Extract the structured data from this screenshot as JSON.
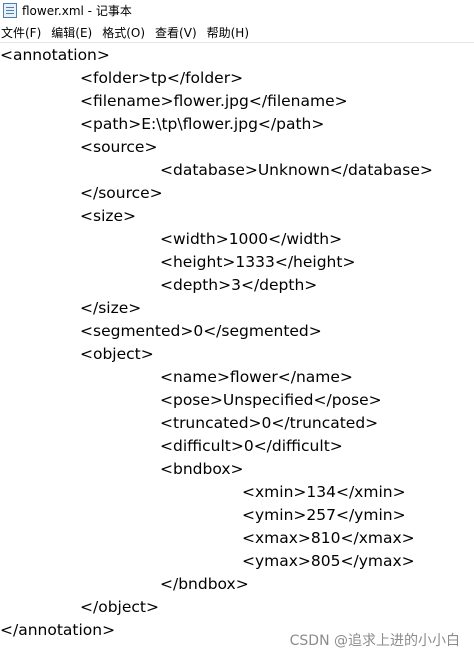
{
  "window": {
    "title": "flower.xml - 记事本",
    "app_icon": "notepad-icon"
  },
  "menu": [
    {
      "label": "文件(F)"
    },
    {
      "label": "编辑(E)"
    },
    {
      "label": "格式(O)"
    },
    {
      "label": "查看(V)"
    },
    {
      "label": "帮助(H)"
    }
  ],
  "editor": {
    "lines": [
      "<annotation>",
      "<folder>tp</folder>",
      "<filename>flower.jpg</filename>",
      "<path>E:\\tp\\flower.jpg</path>",
      "<source>",
      "<database>Unknown</database>",
      "</source>",
      "<size>",
      "<width>1000</width>",
      "<height>1333</height>",
      "<depth>3</depth>",
      "</size>",
      "<segmented>0</segmented>",
      "<object>",
      "<name>flower</name>",
      "<pose>Unspecified</pose>",
      "<truncated>0</truncated>",
      "<difficult>0</difficult>",
      "<bndbox>",
      "<xmin>134</xmin>",
      "<ymin>257</ymin>",
      "<xmax>810</xmax>",
      "<ymax>805</ymax>",
      "</bndbox>",
      "</object>",
      "</annotation>"
    ]
  },
  "watermark": "CSDN @追求上进的小小白"
}
